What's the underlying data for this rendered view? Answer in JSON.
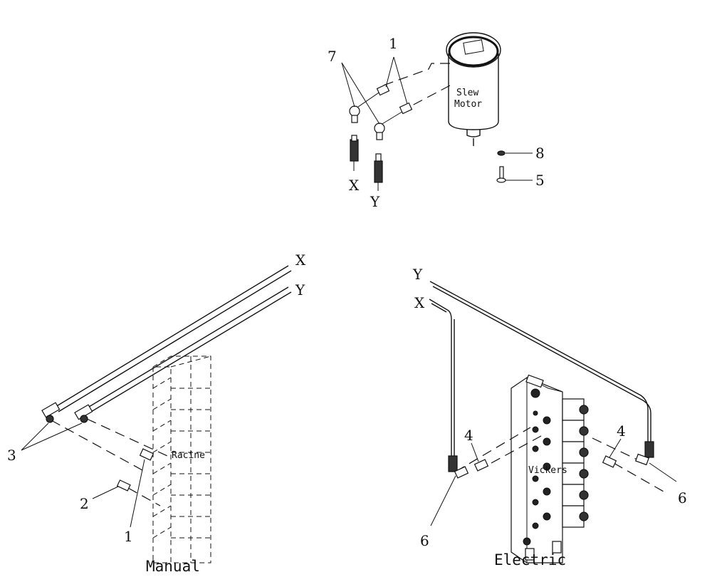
{
  "slew_motor": {
    "label_line1": "Slew",
    "label_line2": "Motor",
    "callouts": {
      "fitting_1": "1",
      "fitting_7": "7",
      "washer_8": "8",
      "bolt_5": "5"
    },
    "ports": {
      "x": "X",
      "y": "Y"
    }
  },
  "manual": {
    "caption": "Manual",
    "valve_label": "Racine",
    "ports": {
      "x": "X",
      "y": "Y"
    },
    "callouts": {
      "elbow_3": "3",
      "fitting_2": "2",
      "fitting_1": "1"
    }
  },
  "electric": {
    "caption": "Electric",
    "valve_label": "Vickers",
    "ports": {
      "x": "X",
      "y": "Y"
    },
    "callouts": {
      "fitting_4_left": "4",
      "fitting_4_right": "4",
      "elbow_6_left": "6",
      "elbow_6_right": "6"
    }
  }
}
